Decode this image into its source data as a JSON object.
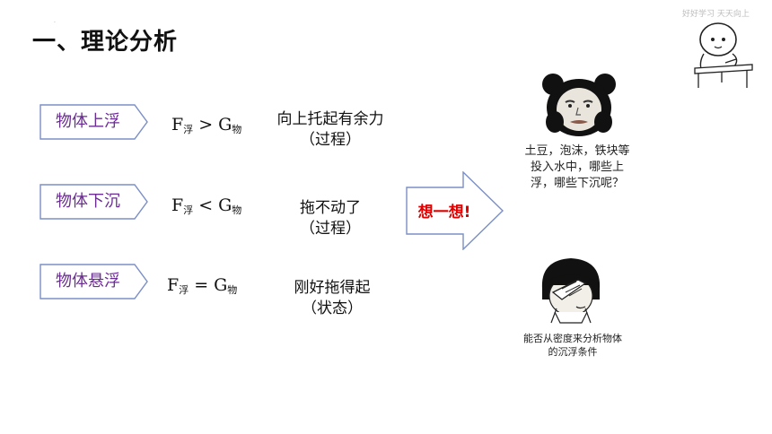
{
  "slide": {
    "title": "一、理论分析",
    "watermark": "好好学习  天天向上",
    "rows": [
      {
        "label": "物体上浮",
        "force": "F",
        "force_sub": "浮",
        "op": ">",
        "weight": "G",
        "weight_sub": "物",
        "desc_line1": "向上托起有余力",
        "desc_line2": "（过程）"
      },
      {
        "label": "物体下沉",
        "force": "F",
        "force_sub": "浮",
        "op": "<",
        "weight": "G",
        "weight_sub": "物",
        "desc_line1": "拖不动了",
        "desc_line2": "（过程）"
      },
      {
        "label": "物体悬浮",
        "force": "F",
        "force_sub": "浮",
        "op": "=",
        "weight": "G",
        "weight_sub": "物",
        "desc_line1": "刚好拖得起",
        "desc_line2": "（状态）"
      }
    ],
    "think_arrow": {
      "text": "想一想!"
    },
    "question": {
      "line1": "土豆，泡沫，铁块等",
      "line2": "投入水中，哪些上",
      "line3": "浮，哪些下沉呢？"
    },
    "question2": {
      "line1": "能否从密度来分析物体",
      "line2": "的沉浮条件"
    },
    "colors": {
      "label_text": "#6a2c91",
      "label_border": "#7b8fc7",
      "think_text": "#e00000"
    }
  }
}
